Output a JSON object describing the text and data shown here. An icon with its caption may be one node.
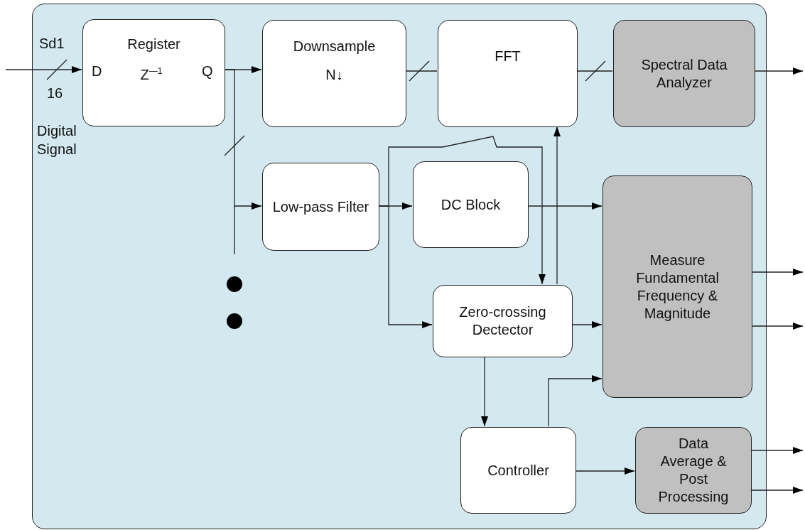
{
  "diagram": {
    "nodes": [
      {
        "text": [],
        "shape": "box"
      },
      {
        "text": [
          "Register",
          "D",
          "Z$^{—1}$",
          "Q"
        ],
        "in": 0
      },
      {
        "text": [
          "Downsample",
          "N↓"
        ],
        "in": 0
      },
      {
        "text": [
          "FFT"
        ],
        "in": 0
      },
      {
        "text": [
          "Spectral Data Analyzer"
        ],
        "in": 0
      },
      {
        "text": [
          "Low-pass Filter"
        ],
        "in": 0
      },
      {
        "text": [
          "DC Block"
        ],
        "in": 0
      },
      {
        "text": [
          "Measure Fundamental Frequency & Magnitude"
        ],
        "in": 0
      },
      {
        "text": [
          "Zero-crossing Dectector"
        ],
        "in": 0
      },
      {
        "text": [
          "Controller"
        ],
        "in": 0
      },
      {
        "text": [
          "Data Average & Post Processing"
        ],
        "in": 0
      }
    ],
    "edges": [
      {
        "from": null,
        "to": 1,
        "arrow": "to"
      },
      {
        "from": 1,
        "to": 2,
        "arrow": "to"
      },
      {
        "from": 1,
        "to": 5,
        "arrow": "to"
      },
      {
        "from": 2,
        "to": 3,
        "arrow": "none"
      },
      {
        "from": 3,
        "to": 4,
        "arrow": "none"
      },
      {
        "from": 4,
        "to": null,
        "arrow": "to"
      },
      {
        "from": 5,
        "to": 6,
        "arrow": "to"
      },
      {
        "from": 5,
        "to": 8,
        "arrow": "to"
      },
      {
        "from": 5,
        "to": 8,
        "arrow": "to"
      },
      {
        "from": 8,
        "to": 3,
        "arrow": "to"
      },
      {
        "from": 6,
        "to": 7,
        "arrow": "to"
      },
      {
        "from": 8,
        "to": 7,
        "arrow": "to"
      },
      {
        "from": 8,
        "to": 9,
        "arrow": "to"
      },
      {
        "from": 9,
        "to": 7,
        "arrow": "to"
      },
      {
        "from": 9,
        "to": 10,
        "arrow": "to"
      },
      {
        "from": 7,
        "to": null,
        "arrow": "to"
      },
      {
        "from": 7,
        "to": null,
        "arrow": "to"
      },
      {
        "from": 10,
        "to": null,
        "arrow": "to"
      },
      {
        "from": 10,
        "to": null,
        "arrow": "to"
      }
    ],
    "labels": [
      "Sd1",
      "16",
      "Digital Signal"
    ]
  }
}
